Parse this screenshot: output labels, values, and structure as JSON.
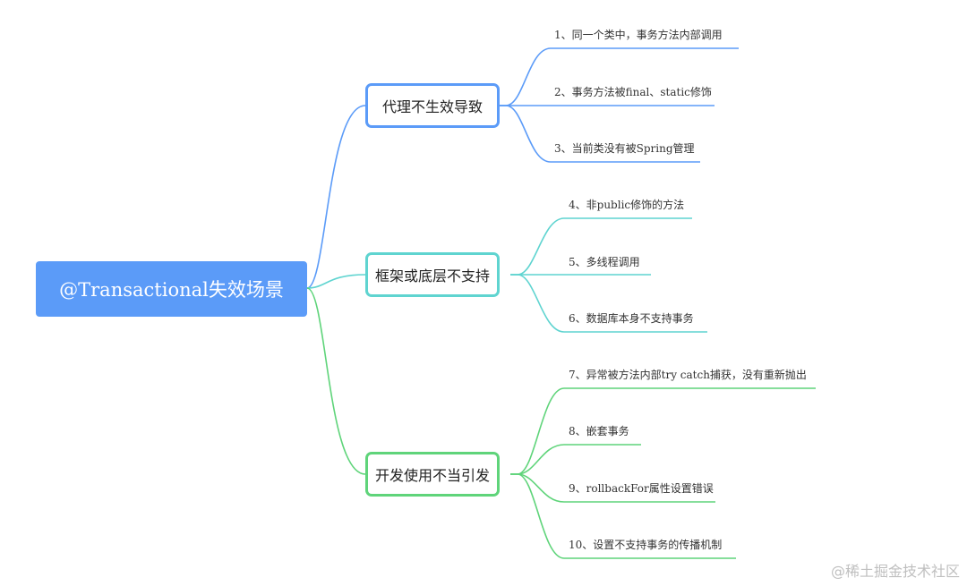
{
  "root": {
    "label": "@Transactional失效场景"
  },
  "branches": [
    {
      "label": "代理不生效导致",
      "color": "#5b9bf8",
      "leaves": [
        "1、同一个类中，事务方法内部调用",
        "2、事务方法被final、static修饰",
        "3、当前类没有被Spring管理"
      ]
    },
    {
      "label": "框架或底层不支持",
      "color": "#5fd4d0",
      "leaves": [
        "4、非public修饰的方法",
        "5、多线程调用",
        "6、数据库本身不支持事务"
      ]
    },
    {
      "label": "开发使用不当引发",
      "color": "#5fd47a",
      "leaves": [
        "7、异常被方法内部try catch捕获，没有重新抛出",
        "8、嵌套事务",
        "9、rollbackFor属性设置错误",
        "10、设置不支持事务的传播机制"
      ]
    }
  ],
  "watermark": "@稀土掘金技术社区"
}
